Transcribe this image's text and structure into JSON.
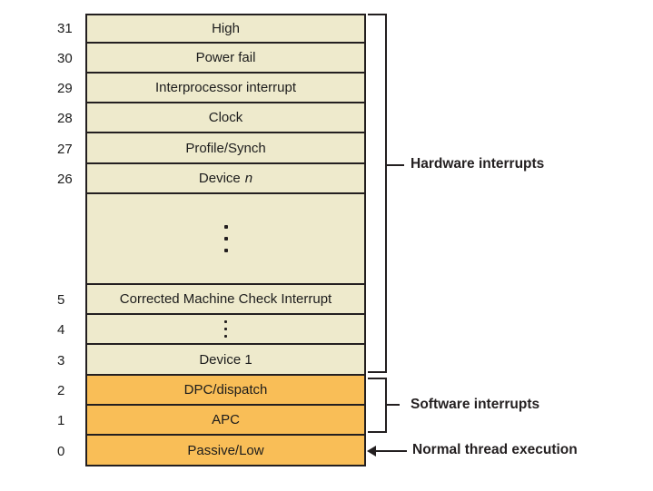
{
  "colors": {
    "hw_fill": "#eeeacc",
    "sw_fill": "#f9be57",
    "border": "#231f20",
    "text": "#1c1c1c",
    "background": "#ffffff"
  },
  "stack": {
    "rows": [
      {
        "level": "31",
        "label": "High",
        "type": "hardware"
      },
      {
        "level": "30",
        "label": "Power fail",
        "type": "hardware"
      },
      {
        "level": "29",
        "label": "Interprocessor interrupt",
        "type": "hardware"
      },
      {
        "level": "28",
        "label": "Clock",
        "type": "hardware"
      },
      {
        "level": "27",
        "label": "Profile/Synch",
        "type": "hardware"
      },
      {
        "level": "26",
        "label": "Device",
        "label_italic": "n",
        "type": "hardware"
      },
      {
        "level": "",
        "label": "",
        "ellipsis": true,
        "type": "hardware"
      },
      {
        "level": "5",
        "label": "Corrected Machine Check Interrupt",
        "type": "hardware"
      },
      {
        "level": "4",
        "label": "",
        "ellipsis": true,
        "type": "hardware"
      },
      {
        "level": "3",
        "label": "Device 1",
        "type": "hardware"
      },
      {
        "level": "2",
        "label": "DPC/dispatch",
        "type": "software"
      },
      {
        "level": "1",
        "label": "APC",
        "type": "software"
      },
      {
        "level": "0",
        "label": "Passive/Low",
        "type": "software"
      }
    ]
  },
  "annotations": {
    "hardware_label": "Hardware interrupts",
    "software_label": "Software interrupts",
    "normal_label": "Normal thread execution"
  },
  "icons": {
    "vertical_ellipsis": "⋮",
    "left_arrow": "←"
  }
}
